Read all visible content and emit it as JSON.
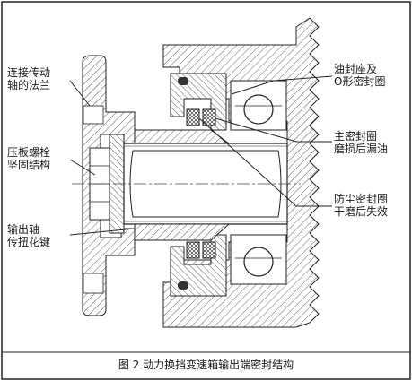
{
  "labels": {
    "flange": [
      "连接传动",
      "轴的法兰"
    ],
    "press_bolt": [
      "压板螺栓",
      "坚固结构"
    ],
    "spline": [
      "输出轴",
      "传扭花键"
    ],
    "oil_seal_seat": [
      "油封座及",
      "O形密封圈"
    ],
    "main_seal": [
      "主密封圈",
      "磨损后漏油"
    ],
    "dust_seal": [
      "防尘密封圈",
      "干磨后失效"
    ]
  },
  "caption": "图 2  动力换挡变速箱输出端密封结构"
}
